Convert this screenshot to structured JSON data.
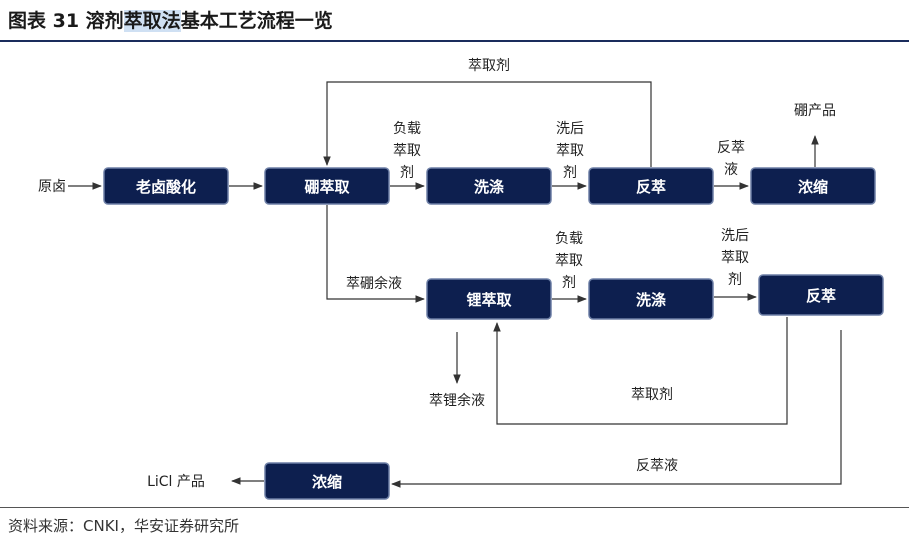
{
  "header": {
    "title_prefix": "图表 31 溶剂",
    "title_highlight": "萃取法",
    "title_suffix": "基本工艺流程一览"
  },
  "footer": {
    "source": "资料来源：CNKI，华安证券研究所"
  },
  "nodes": {
    "laolu": "老卤酸化",
    "peng_extract": "硼萃取",
    "wash1": "洗涤",
    "strip1": "反萃",
    "conc1": "浓缩",
    "li_extract": "锂萃取",
    "wash2": "洗涤",
    "strip2": "反萃",
    "conc2": "浓缩"
  },
  "labels": {
    "brine": "原卤",
    "extractant_top": "萃取剂",
    "boron_product": "硼产品",
    "loaded_extract_1": [
      "负载",
      "萃取",
      "剂"
    ],
    "washed_extract_1": [
      "洗后",
      "萃取",
      "剂"
    ],
    "strip_liquid_1": [
      "反萃",
      "液"
    ],
    "boron_raffinate": "萃硼余液",
    "loaded_extract_2": [
      "负载",
      "萃取",
      "剂"
    ],
    "washed_extract_2": [
      "洗后",
      "萃取",
      "剂"
    ],
    "lithium_raffinate": "萃锂余液",
    "extractant_bottom": "萃取剂",
    "strip_liquid_2": "反萃液",
    "licl_product": "LiCl 产品"
  }
}
